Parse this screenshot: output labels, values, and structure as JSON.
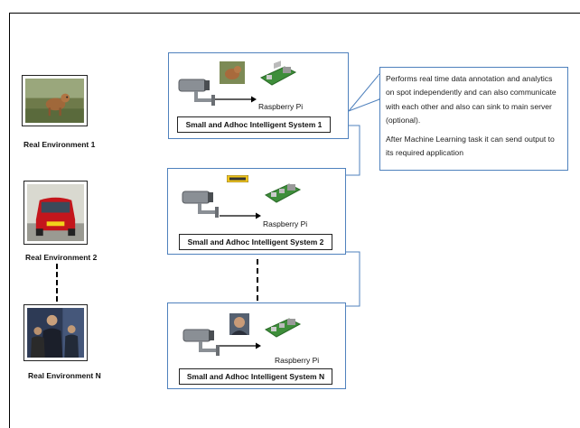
{
  "environments": [
    {
      "label": "Real Environment 1",
      "image": "dog-photo"
    },
    {
      "label": "Real Environment 2",
      "image": "car-photo"
    },
    {
      "label": "Real Environment N",
      "image": "people-photo"
    }
  ],
  "systems": [
    {
      "title": "Small and Adhoc Intelligent System 1",
      "device_label": "Raspberry Pi",
      "detected_icon": "dog-thumbnail-icon"
    },
    {
      "title": "Small and Adhoc Intelligent System 2",
      "device_label": "Raspberry Pi",
      "detected_icon": "license-plate-icon"
    },
    {
      "title": "Small and Adhoc Intelligent System N",
      "device_label": "Raspberry Pi",
      "detected_icon": "face-thumbnail-icon"
    }
  ],
  "callout": {
    "paragraph_1": "Performs real time data annotation and analytics on spot independently and can also communicate with each other and also can sink to main server (optional).",
    "paragraph_2": "After Machine Learning task it can send output to its required application"
  },
  "colors": {
    "box_border": "#4f81bd",
    "board_green": "#3e8e3a"
  }
}
